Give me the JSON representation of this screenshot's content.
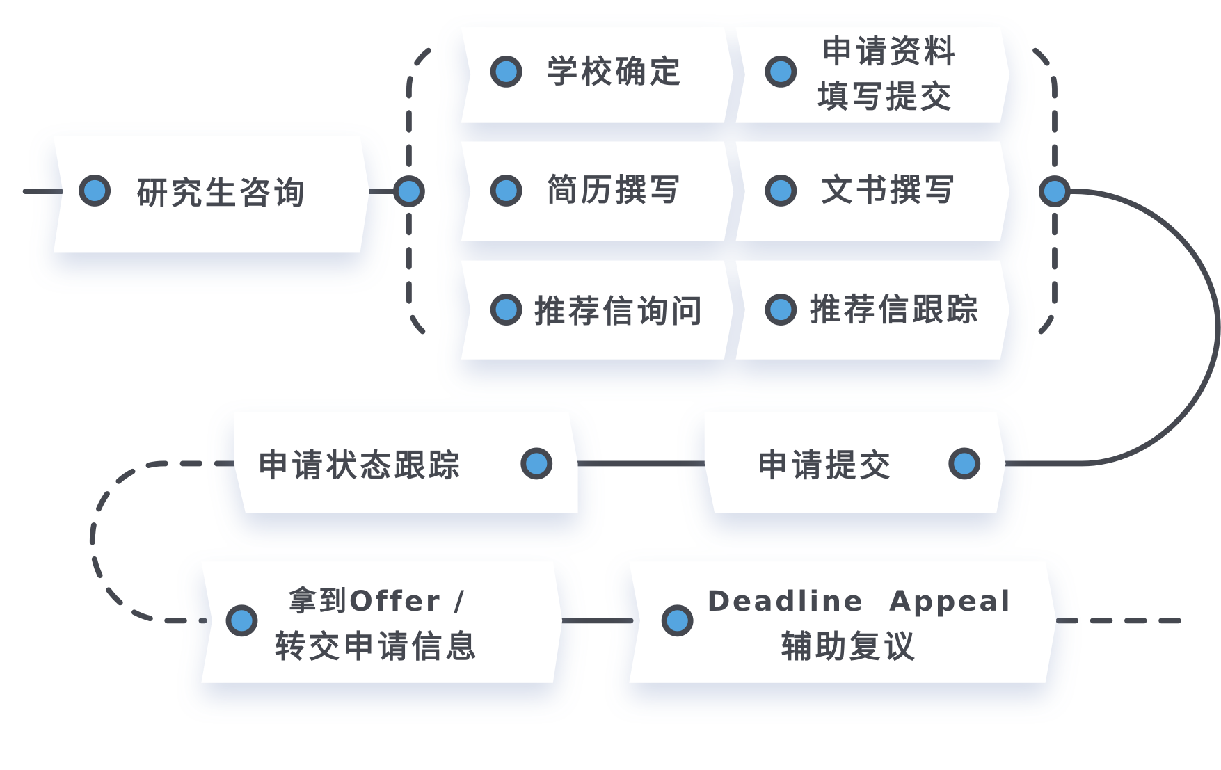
{
  "colors": {
    "accent": "#55a5e0",
    "ink": "#454850",
    "card": "#ffffff"
  },
  "steps": {
    "consult": "研究生咨询",
    "school": "学校确定",
    "materials_1": "申请资料",
    "materials_2": "填写提交",
    "resume": "简历撰写",
    "essay": "文书撰写",
    "rec_ask": "推荐信询问",
    "rec_track": "推荐信跟踪",
    "submit": "申请提交",
    "status": "申请状态跟踪",
    "offer_1": "拿到Offer /",
    "offer_2": "转交申请信息",
    "appeal_1": "Deadline  Appeal",
    "appeal_2": "辅助复议"
  }
}
